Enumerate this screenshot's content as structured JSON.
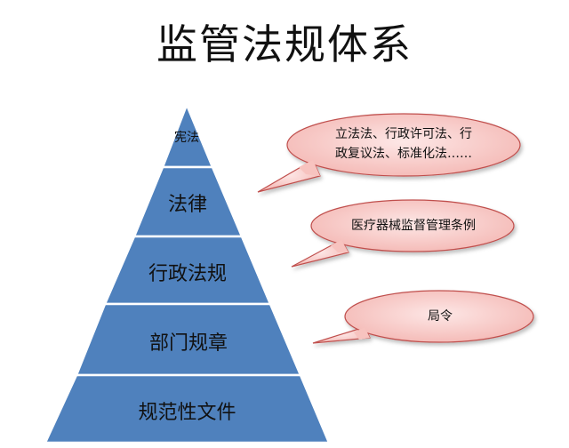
{
  "title": "监管法规体系",
  "pyramid": {
    "levels": [
      {
        "label": "宪法"
      },
      {
        "label": "法律"
      },
      {
        "label": "行政法规"
      },
      {
        "label": "部门规章"
      },
      {
        "label": "规范性文件"
      }
    ]
  },
  "callouts": [
    {
      "line1": "立法法、行政许可法、行",
      "line2": "政复议法、标准化法……"
    },
    {
      "line1": "医疗器械监督管理条例"
    },
    {
      "line1": "局令"
    }
  ],
  "colors": {
    "pyramid_fill": "#4f81bd",
    "pyramid_stroke": "#ffffff",
    "callout_fill": "#f8c7c4",
    "callout_stroke": "#c0504d"
  }
}
